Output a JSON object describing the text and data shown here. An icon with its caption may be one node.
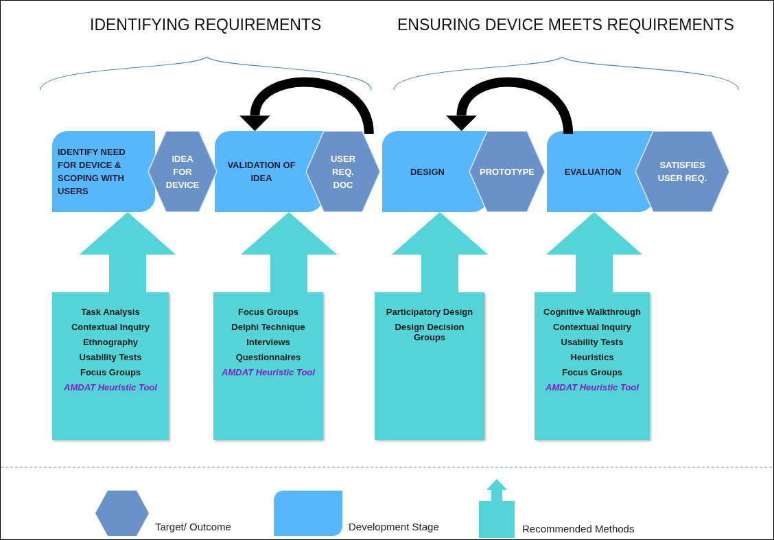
{
  "diagram": {
    "nodes": [
      {
        "text": [
          "IDENTIFY NEED FOR DEVICE & SCOPING WITH USERS"
        ]
      },
      {
        "text": [
          "IDEA FOR DEVICE"
        ]
      },
      {
        "text": [
          "VALIDATION OF IDEA"
        ]
      },
      {
        "text": [
          "USER REQ. DOC"
        ]
      },
      {
        "text": [
          "DESIGN"
        ]
      },
      {
        "text": [
          "PROTOTYPE"
        ]
      },
      {
        "text": [
          "EVALUATION"
        ]
      },
      {
        "text": [
          "SATISFIES USER REQ."
        ]
      },
      {
        "text": [
          "Task Analysis",
          "Contextual Inquiry",
          "Ethnography",
          "Usability Tests",
          "Focus Groups",
          "AMDAT Heuristic Tool"
        ]
      },
      {
        "text": [
          "Focus Groups",
          "Delphi Technique",
          "Interviews",
          "Questionnaires",
          "AMDAT Heuristic Tool"
        ]
      },
      {
        "text": [
          "Participatory Design",
          "Design Decision Groups"
        ]
      },
      {
        "text": [
          "Cognitive Walkthrough",
          "Contextual Inquiry",
          "Usability Tests",
          "Heuristics",
          "Focus Groups",
          "AMDAT Heuristic Tool"
        ]
      }
    ],
    "edges": [
      {
        "from": 3,
        "to": 2,
        "arrow": "to",
        "color": "#000000"
      },
      {
        "from": 6,
        "to": 4,
        "arrow": "to",
        "color": "#000000"
      },
      {
        "from": 8,
        "to": 0,
        "arrow": "to"
      },
      {
        "from": 9,
        "to": 2,
        "arrow": "to"
      },
      {
        "from": 10,
        "to": 4,
        "arrow": "to"
      },
      {
        "from": 11,
        "to": 6,
        "arrow": "to"
      }
    ],
    "labels": [
      "IDENTIFYING REQUIREMENTS",
      "ENSURING DEVICE MEETS REQUIREMENTS"
    ],
    "legend": [
      {
        "text": "Target/ Outcome",
        "color": "#6a92c8"
      },
      {
        "text": "Development Stage",
        "color": "#58b6fb"
      },
      {
        "text": "Recommended Methods",
        "color": "#55d4d8"
      }
    ]
  }
}
